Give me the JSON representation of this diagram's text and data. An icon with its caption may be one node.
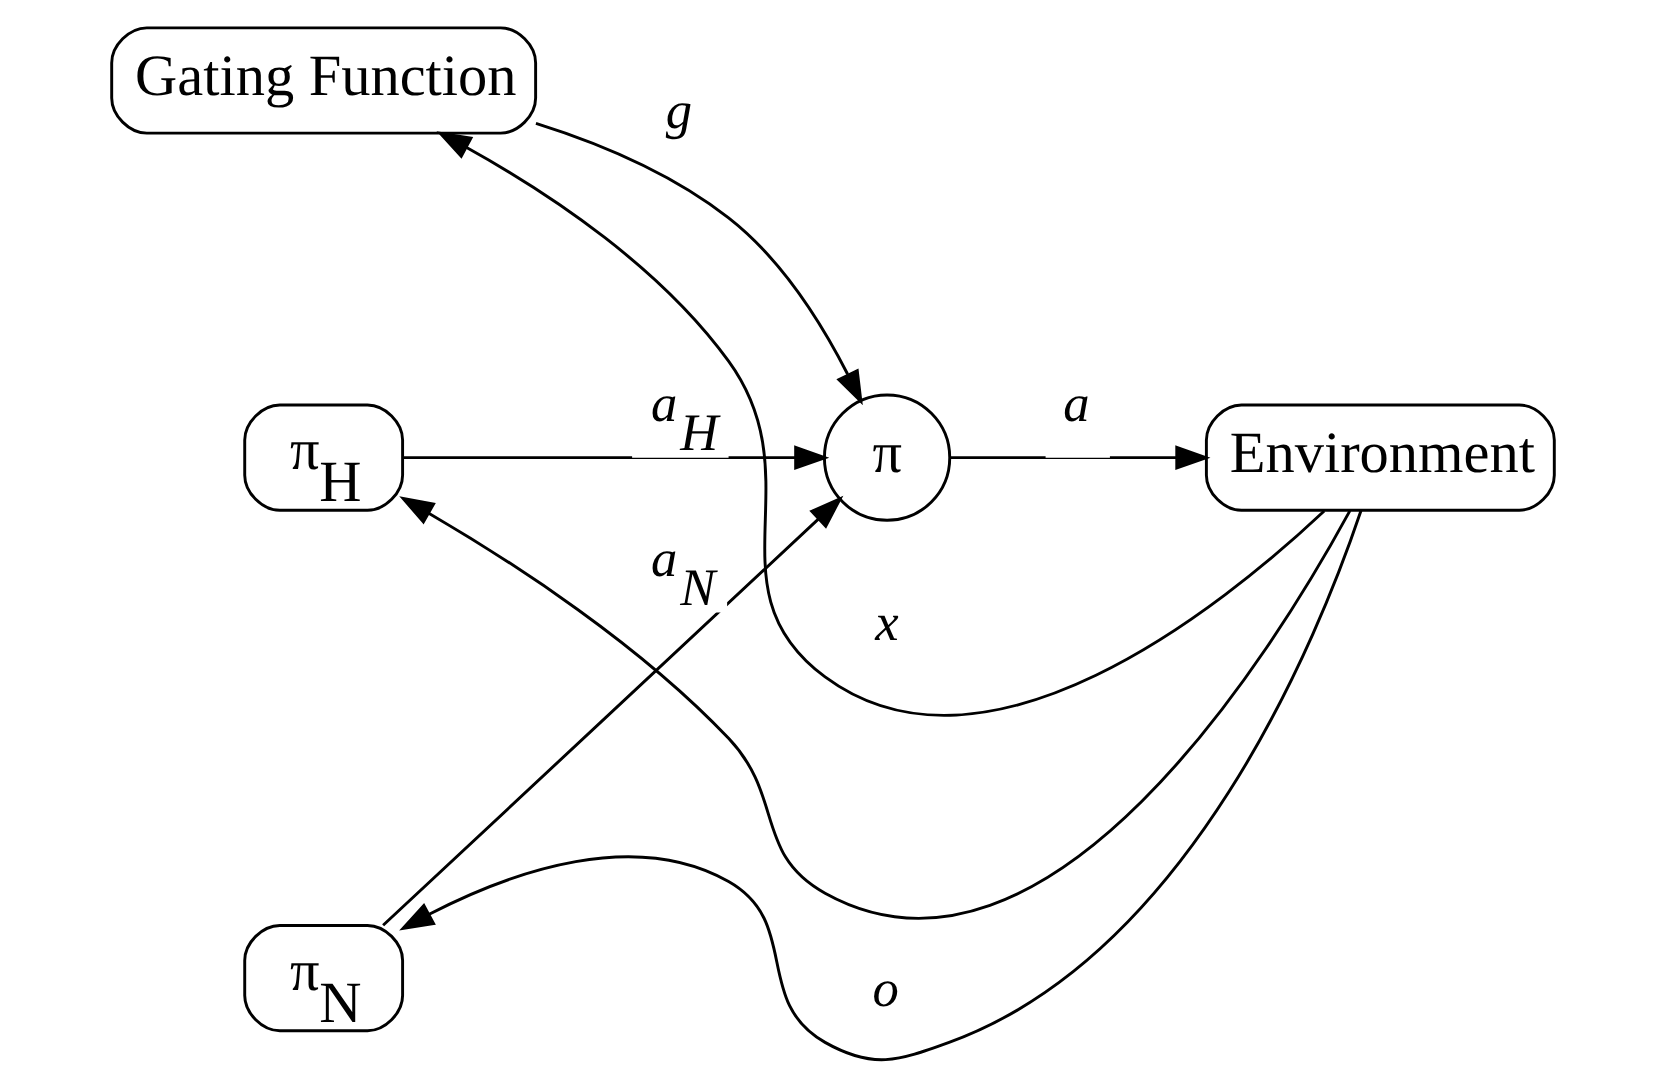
{
  "diagram": {
    "nodes": [
      {
        "text": [
          "Gating Function"
        ]
      },
      {
        "text": [
          "π$_{H}$"
        ]
      },
      {
        "text": [
          "π"
        ]
      },
      {
        "text": [
          "Environment"
        ]
      },
      {
        "text": [
          "π$_{N}$"
        ]
      }
    ],
    "edges": [
      {
        "from": 3,
        "to": 0,
        "arrow": "to",
        "label": "x"
      },
      {
        "from": 3,
        "to": 1,
        "arrow": "to"
      },
      {
        "from": 0,
        "to": 2,
        "arrow": "to",
        "label": "g"
      },
      {
        "from": 1,
        "to": 2,
        "arrow": "to",
        "label": "a$_{H}$"
      },
      {
        "from": 4,
        "to": 2,
        "arrow": "to",
        "label": "a$_{N}$"
      },
      {
        "from": 2,
        "to": 3,
        "arrow": "to",
        "label": "a"
      },
      {
        "from": 3,
        "to": 4,
        "arrow": "to",
        "label": "o"
      }
    ]
  }
}
